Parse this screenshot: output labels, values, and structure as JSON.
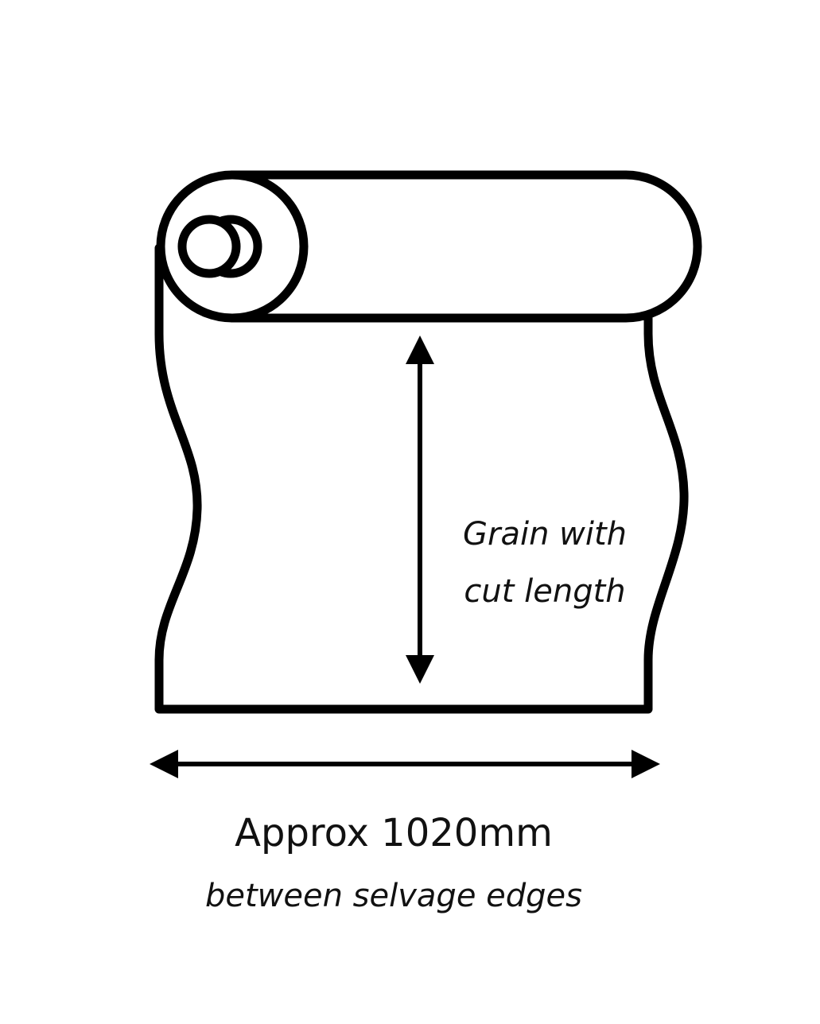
{
  "labels": {
    "grain_line1": "Grain with",
    "grain_line2": "cut length",
    "width_value": "Approx 1020mm",
    "width_note": "between selvage edges"
  },
  "colors": {
    "stroke": "#000000",
    "background": "#ffffff",
    "text": "#111111"
  }
}
